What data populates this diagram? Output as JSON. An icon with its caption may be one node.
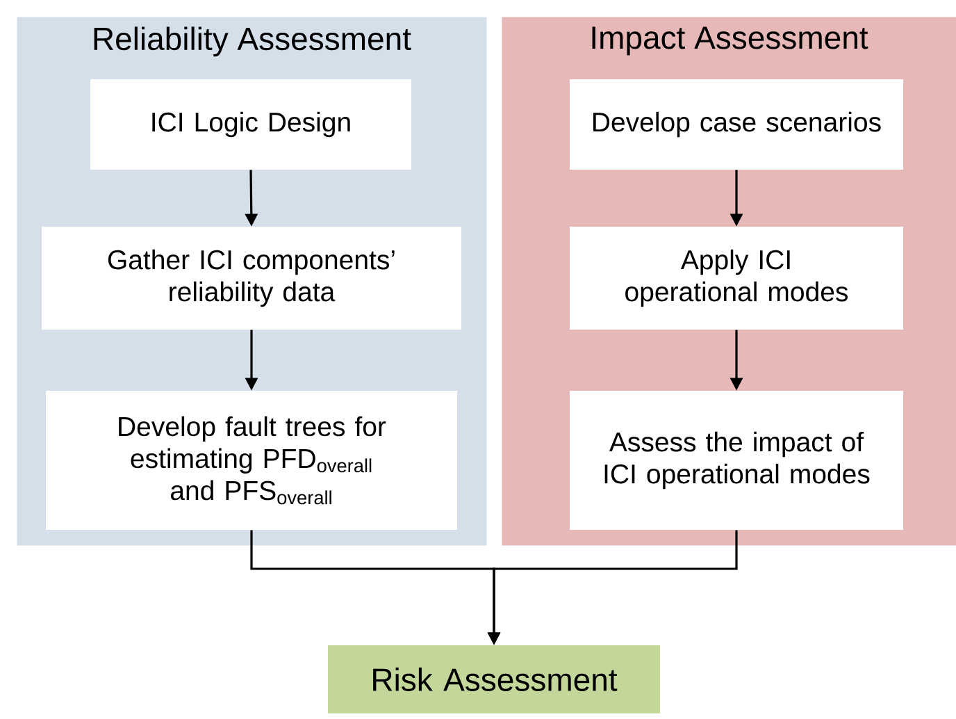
{
  "diagram": {
    "nodes": [
      {
        "text": [
          "Reliability Assessment"
        ]
      },
      {
        "text": [
          "ICI Logic Design"
        ],
        "in": 0
      },
      {
        "text": [
          "Gather ICI components’ reliability data"
        ],
        "in": 0
      },
      {
        "text": [
          "Develop fault trees for estimating PFD$_{overall}$ and PFS$_{overall}$"
        ],
        "in": 0
      },
      {
        "text": [
          "Impact Assessment"
        ]
      },
      {
        "text": [
          "Develop case scenarios"
        ],
        "in": 4
      },
      {
        "text": [
          "Apply ICI operational modes"
        ],
        "in": 4
      },
      {
        "text": [
          "Assess the impact of ICI operational modes"
        ],
        "in": 4
      },
      {
        "text": [
          "Risk Assessment"
        ]
      }
    ],
    "edges": [
      {
        "from": 1,
        "to": 2,
        "arrow": "to"
      },
      {
        "from": 2,
        "to": 3,
        "arrow": "to"
      },
      {
        "from": 5,
        "to": 6,
        "arrow": "to"
      },
      {
        "from": 6,
        "to": 7,
        "arrow": "to"
      },
      {
        "from": 3,
        "to": 8,
        "arrow": "to"
      },
      {
        "from": 7,
        "to": 8,
        "arrow": "to"
      }
    ]
  }
}
